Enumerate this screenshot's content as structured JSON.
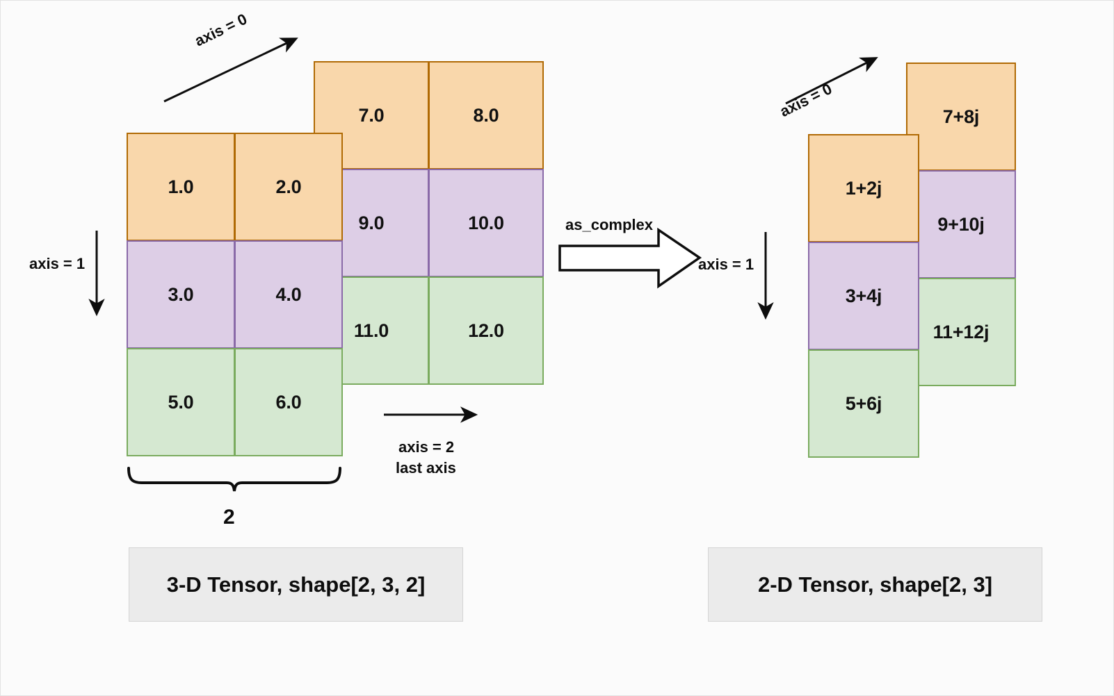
{
  "diagram": {
    "title_alt": "as_complex conversion of a 3-D real tensor into a 2-D complex tensor",
    "background_color": "#fbfbfb",
    "colors": {
      "orange_fill": "#f9d7ab",
      "orange_border": "#b06a04",
      "purple_fill": "#ddcee6",
      "purple_border": "#8a6aa8",
      "green_fill": "#d5e8d1",
      "green_border": "#7aab5e",
      "text": "#0d0d0d",
      "shape_box_fill": "#ebebeb",
      "shape_box_border": "#d4d4d4"
    }
  },
  "left_tensor": {
    "front_slice": {
      "rows": [
        {
          "color": "orange",
          "cells": [
            "1.0",
            "2.0"
          ]
        },
        {
          "color": "purple",
          "cells": [
            "3.0",
            "4.0"
          ]
        },
        {
          "color": "green",
          "cells": [
            "5.0",
            "6.0"
          ]
        }
      ]
    },
    "back_slice": {
      "rows": [
        {
          "color": "orange",
          "cells": [
            "7.0",
            "8.0"
          ]
        },
        {
          "color": "purple",
          "cells": [
            "9.0",
            "10.0"
          ]
        },
        {
          "color": "green",
          "cells": [
            "11.0",
            "12.0"
          ]
        }
      ]
    },
    "axis0_label": "axis = 0",
    "axis1_label": "axis = 1",
    "axis2_label_line1": "axis = 2",
    "axis2_label_line2": "last axis",
    "brace_label": "2",
    "shape_caption": "3-D Tensor, shape[2, 3, 2]"
  },
  "transform": {
    "operation_label": "as_complex",
    "arrow_icon": "block-arrow-right-icon"
  },
  "right_tensor": {
    "front_slice": {
      "cells": [
        {
          "color": "orange",
          "value": "1+2j"
        },
        {
          "color": "purple",
          "value": "3+4j"
        },
        {
          "color": "green",
          "value": "5+6j"
        }
      ]
    },
    "back_slice": {
      "cells": [
        {
          "color": "orange",
          "value": "7+8j"
        },
        {
          "color": "purple",
          "value": "9+10j"
        },
        {
          "color": "green",
          "value": "11+12j"
        }
      ]
    },
    "axis0_label": "axis = 0",
    "axis1_label": "axis = 1",
    "shape_caption": "2-D Tensor, shape[2, 3]"
  }
}
